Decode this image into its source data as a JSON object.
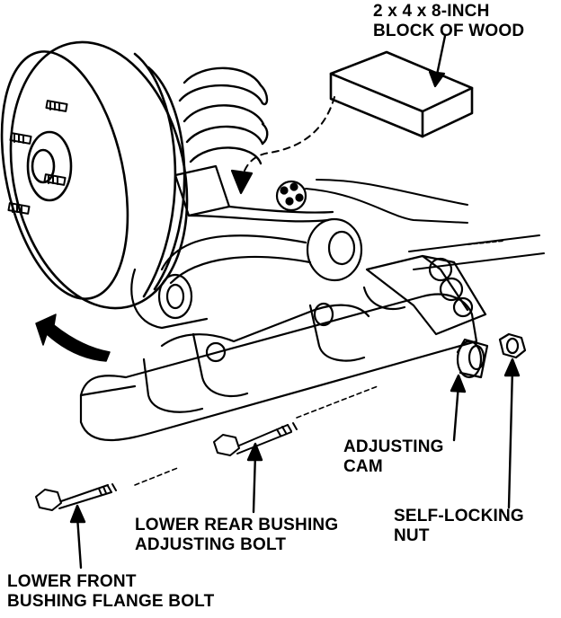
{
  "labels": {
    "block_of_wood": {
      "line1": "2 x 4 x 8-INCH",
      "line2": "BLOCK OF WOOD"
    },
    "adjusting_cam": {
      "line1": "ADJUSTING",
      "line2": "CAM"
    },
    "self_locking_nut": {
      "line1": "SELF-LOCKING",
      "line2": "NUT"
    },
    "lower_rear_bushing_bolt": {
      "line1": "LOWER REAR BUSHING",
      "line2": "ADJUSTING BOLT"
    },
    "lower_front_bushing_bolt": {
      "line1": "LOWER FRONT",
      "line2": "BUSHING FLANGE BOLT"
    }
  },
  "colors": {
    "ink": "#000000",
    "paper": "#ffffff"
  }
}
